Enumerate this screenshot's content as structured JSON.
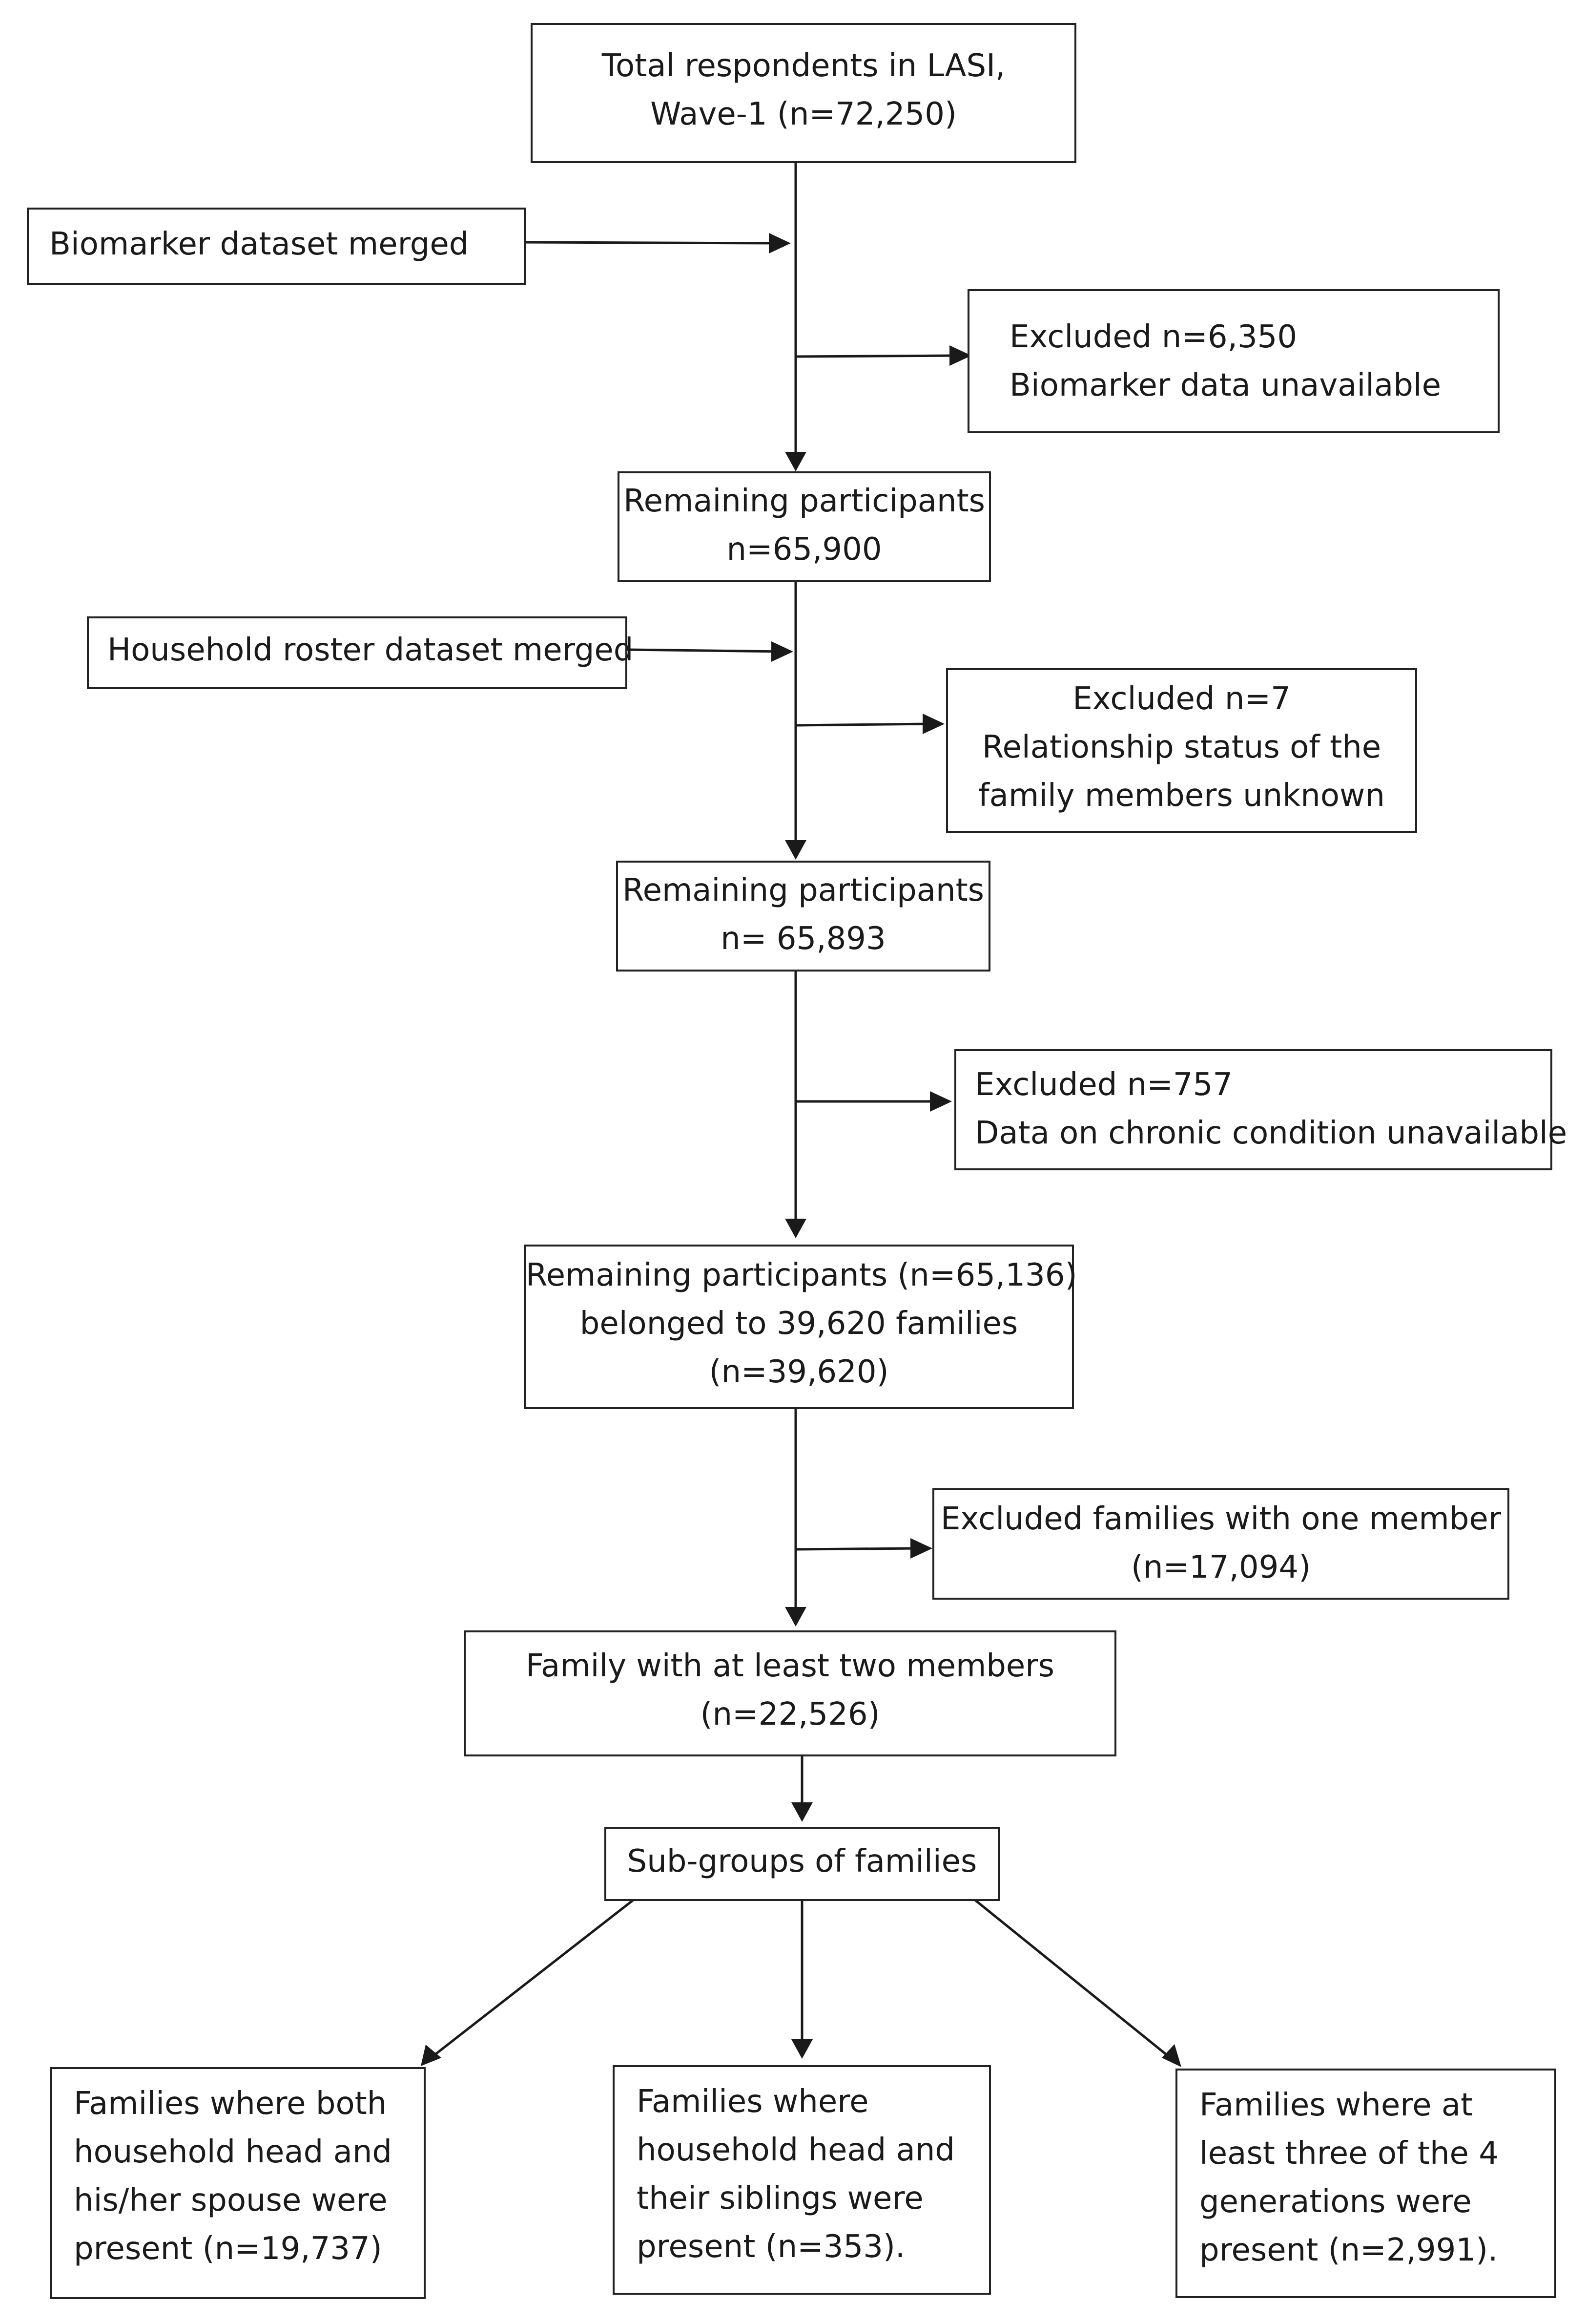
{
  "boxes": {
    "total": {
      "lines": [
        "Total respondents in LASI,",
        "Wave-1 (n=72,250)"
      ]
    },
    "biomarker_merge": {
      "lines": [
        "Biomarker dataset merged"
      ]
    },
    "excluded_biomarker": {
      "lines": [
        "Excluded n=6,350",
        "Biomarker data unavailable"
      ]
    },
    "remaining_1": {
      "lines": [
        "Remaining participants",
        "n=65,900"
      ]
    },
    "roster_merge": {
      "lines": [
        "Household roster dataset merged"
      ]
    },
    "excluded_relationship": {
      "lines": [
        "Excluded n=7",
        "Relationship status of the",
        "family members unknown"
      ]
    },
    "remaining_2": {
      "lines": [
        "Remaining participants",
        "n= 65,893"
      ]
    },
    "excluded_chronic": {
      "lines": [
        "Excluded n=757",
        "Data on chronic condition unavailable"
      ]
    },
    "remaining_3": {
      "lines": [
        "Remaining participants (n=65,136)",
        "belonged to 39,620 families",
        "(n=39,620)"
      ]
    },
    "excluded_one_member": {
      "lines": [
        "Excluded families with one member",
        "(n=17,094)"
      ]
    },
    "two_members": {
      "lines": [
        "Family with at least two members",
        "(n=22,526)"
      ]
    },
    "subgroups": {
      "lines": [
        "Sub-groups of families"
      ]
    },
    "spouse_group": {
      "lines": [
        "Families where both",
        "household head and",
        "his/her spouse were",
        "present (n=19,737)"
      ]
    },
    "sibling_group": {
      "lines": [
        "Families where",
        "household head and",
        "their siblings were",
        "present (n=353)."
      ]
    },
    "generation_group": {
      "lines": [
        "Families where at",
        "least three of the 4",
        "generations were",
        "present (n=2,991)."
      ]
    }
  }
}
